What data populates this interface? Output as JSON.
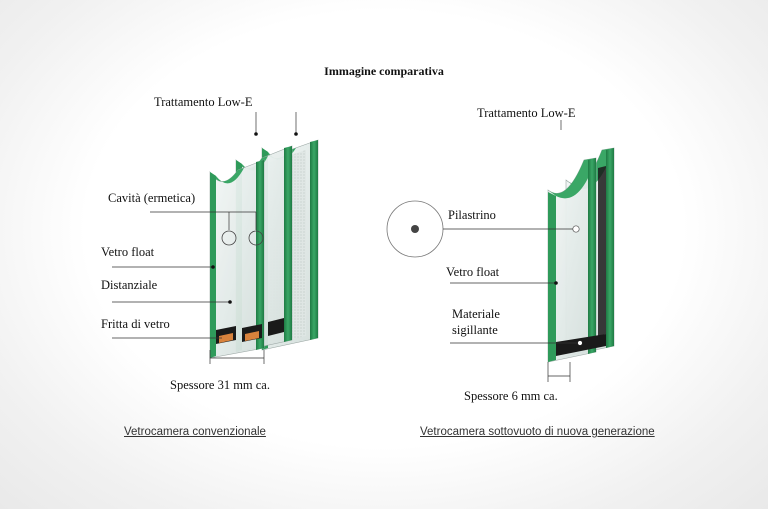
{
  "title": "Immagine comparativa",
  "conventional": {
    "labels": {
      "low_e": "Trattamento Low-E",
      "cavity": "Cavità (ermetica)",
      "float": "Vetro float",
      "spacer": "Distanziale",
      "frit": "Fritta di vetro",
      "thickness": "Spessore 31 mm ca."
    },
    "caption": "Vetrocamera convenzionale"
  },
  "vacuum": {
    "labels": {
      "low_e": "Trattamento Low-E",
      "pillar": "Pilastrino",
      "float": "Vetro float",
      "sealant_line1": "Materiale",
      "sealant_line2": "sigillante",
      "thickness": "Spessore 6 mm ca."
    },
    "caption": "Vetrocamera sottovuoto di nuova generazione"
  },
  "colors": {
    "glass_green": "#2f9a5a",
    "glass_edge": "#1f7a44",
    "glass_face": "#e8f0ee",
    "spacer_black": "#1a1a1a",
    "frit_orange": "#d8823c"
  }
}
